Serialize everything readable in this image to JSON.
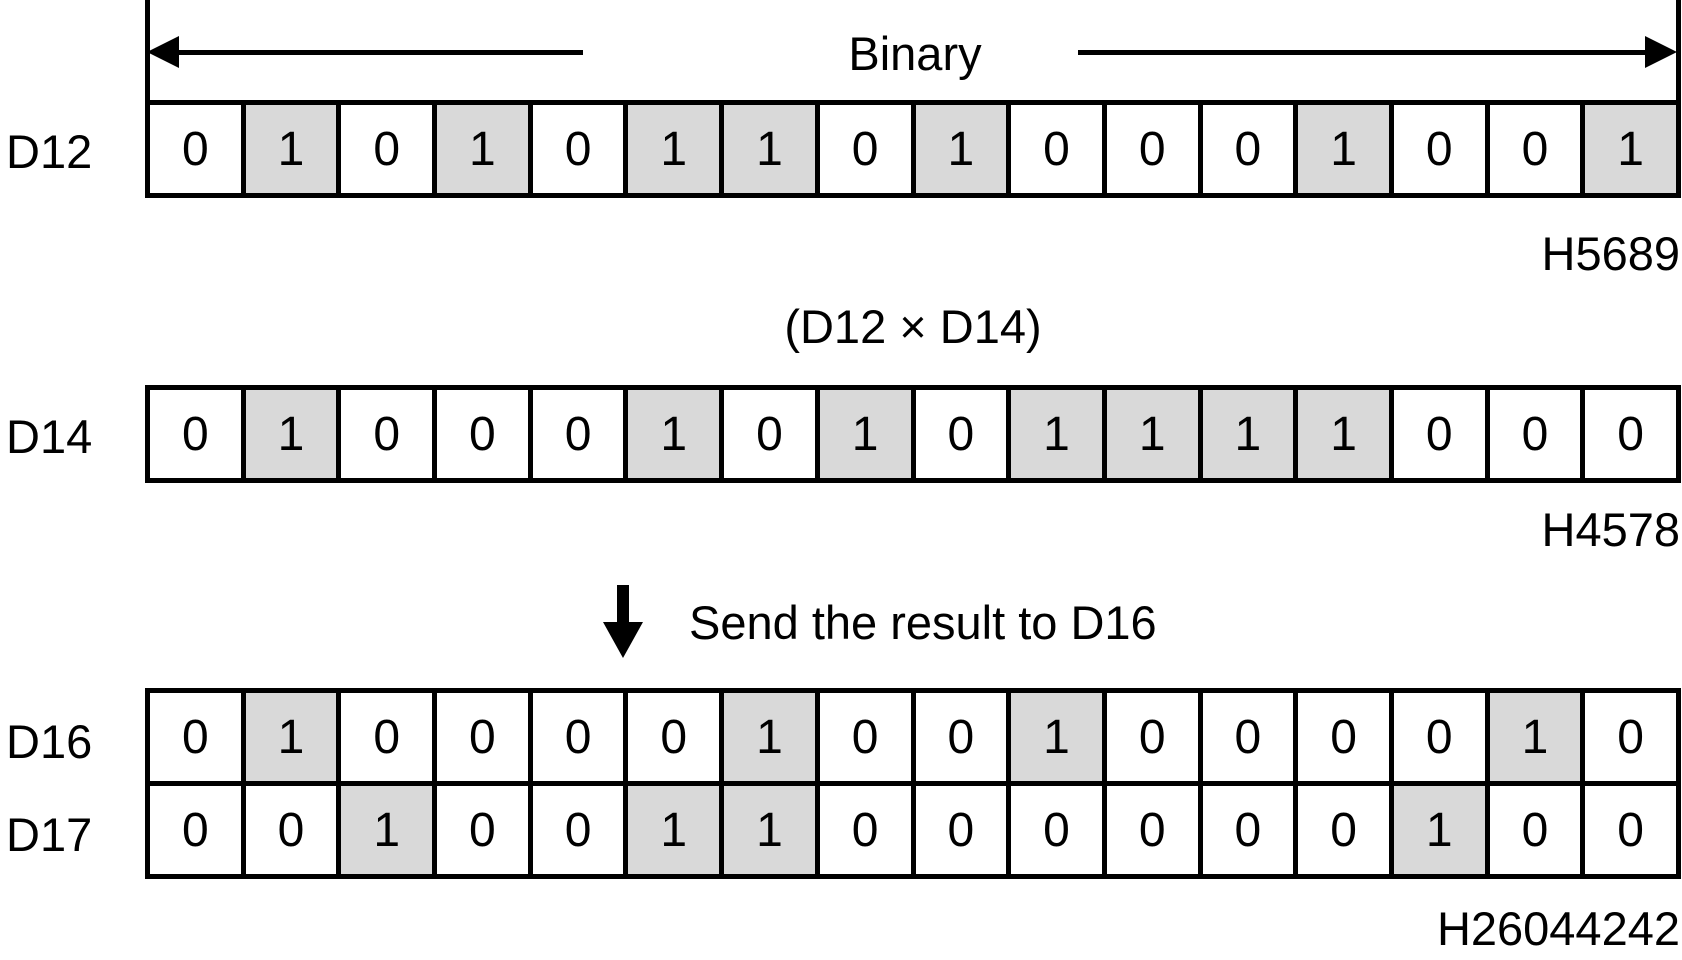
{
  "top_arrow": {
    "label": "Binary"
  },
  "registers": [
    {
      "name": "D12",
      "bits": [
        0,
        1,
        0,
        1,
        0,
        1,
        1,
        0,
        1,
        0,
        0,
        0,
        1,
        0,
        0,
        1
      ],
      "hex": "H5689"
    },
    {
      "name": "D14",
      "bits": [
        0,
        1,
        0,
        0,
        0,
        1,
        0,
        1,
        0,
        1,
        1,
        1,
        1,
        0,
        0,
        0
      ],
      "hex": "H4578"
    },
    {
      "name": "D16",
      "bits": [
        0,
        1,
        0,
        0,
        0,
        0,
        1,
        0,
        0,
        1,
        0,
        0,
        0,
        0,
        1,
        0
      ]
    },
    {
      "name": "D17",
      "bits": [
        0,
        0,
        1,
        0,
        0,
        1,
        1,
        0,
        0,
        0,
        0,
        0,
        0,
        1,
        0,
        0
      ]
    }
  ],
  "labels": {
    "operation": "(D12 × D14)",
    "send_result": "Send the result to D16",
    "result_hex": "H26044242"
  },
  "colors": {
    "bit_on_fill": "#d9d9d9",
    "bit_off_fill": "#ffffff",
    "line": "#000000"
  }
}
